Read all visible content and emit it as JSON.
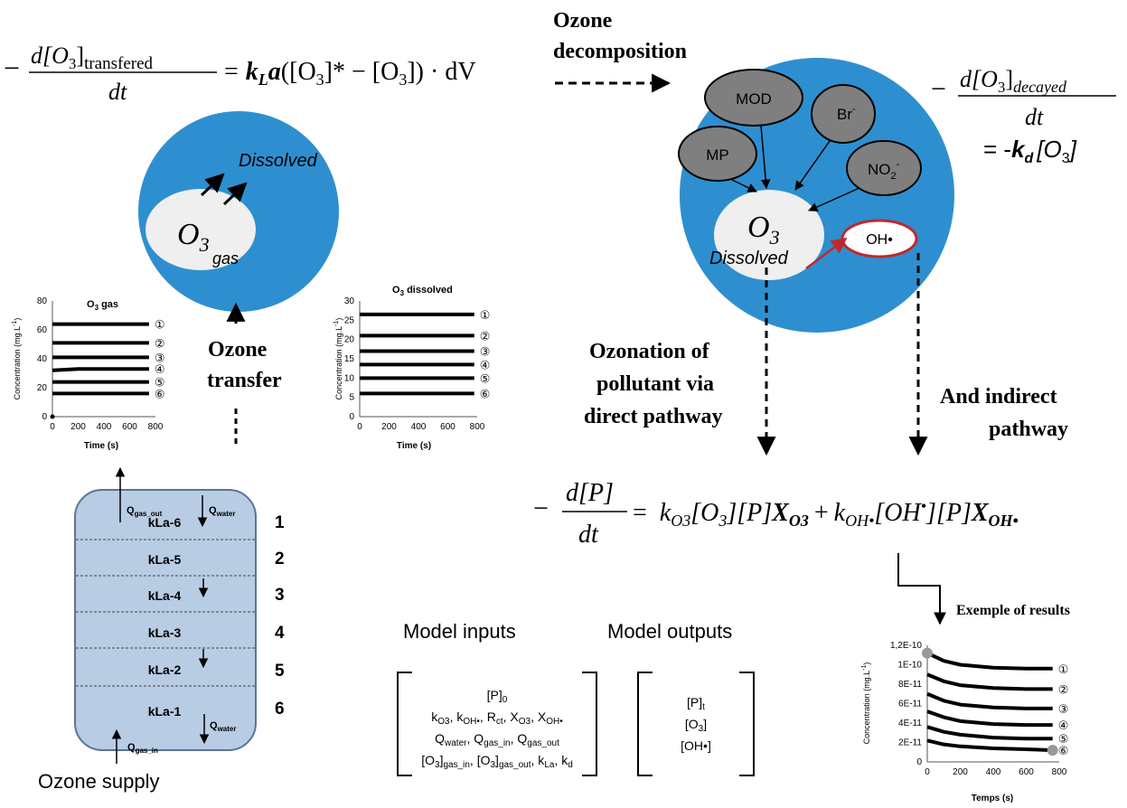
{
  "equations": {
    "transfer": {
      "minus": "−",
      "num_d": "d[O",
      "num_sub": "3",
      "num_close": "]",
      "num_index": "transfered",
      "den": "dt",
      "rhs_eq": "=",
      "rhs_k": "k",
      "rhs_k_sub": "L",
      "rhs_a": "a",
      "rhs_body": "([O",
      "rhs_sub1": "3",
      "rhs_body2": "]* − [O",
      "rhs_sub2": "3",
      "rhs_body3": "]) · dV"
    },
    "decay": {
      "minus": "−",
      "num_d": "d[O",
      "num_sub": "3",
      "num_close": "]",
      "num_index": "decayed",
      "den": "dt",
      "rhs_eq": "= -",
      "rhs_k": "k",
      "rhs_k_sub": "d",
      "rhs_body": "[O",
      "rhs_sub": "3",
      "rhs_close": "]"
    },
    "pollutant": {
      "minus": "−",
      "num": "d[P]",
      "den": "dt",
      "eq": "=",
      "k1": "k",
      "k1_sub": "O3",
      "term1": "[O",
      "term1_sub": "3",
      "term1_b": "][P]",
      "x1": "X",
      "x1_sub": "O3",
      "plus": "+",
      "k2": "k",
      "k2_sub": "OH•",
      "term2": "[OH",
      "term2_sup": "•",
      "term2_b": "][P]",
      "x2": "X",
      "x2_sub": "OH•"
    }
  },
  "labels": {
    "ozone_decomposition_1": "Ozone",
    "ozone_decomposition_2": "decomposition",
    "ozone_transfer_1": "Ozone",
    "ozone_transfer_2": "transfer",
    "ozonation_1": "Ozonation of",
    "ozonation_2": "pollutant via",
    "ozonation_3": "direct pathway",
    "indirect_1": "And indirect",
    "indirect_2": "pathway",
    "exemple": "Exemple of results",
    "ozone_supply": "Ozone supply",
    "model_inputs": "Model inputs",
    "model_outputs": "Model outputs"
  },
  "bubble_left": {
    "o3": "O",
    "o3_sub": "3",
    "gas": "gas",
    "dissolved": "Dissolved"
  },
  "bubble_right": {
    "o3": "O",
    "o3_sub": "3",
    "dissolved": "Dissolved",
    "mod": "MOD",
    "br": "Br",
    "br_sup": "-",
    "mp": "MP",
    "no2": "NO",
    "no2_sub": "2",
    "no2_sup": "-",
    "oh": "OH•"
  },
  "reactor": {
    "q_gas_out": "Q",
    "q_gas_out_sub": "gas_out",
    "q_water_top": "Q",
    "q_water_top_sub": "water",
    "q_gas_in": "Q",
    "q_gas_in_sub": "gas_in",
    "q_water_bottom": "Q",
    "q_water_bottom_sub": "water",
    "zones": [
      "kLa-6",
      "kLa-5",
      "kLa-4",
      "kLa-3",
      "kLa-2",
      "kLa-1"
    ],
    "numbers": [
      "1",
      "2",
      "3",
      "4",
      "5",
      "6"
    ]
  },
  "model_inputs": {
    "line1": "[P]",
    "line1_sub": "0",
    "line2": "k",
    "line2_s1": "O3",
    "line2_b": ", k",
    "line2_s2": "OH•",
    "line2_c": ", R",
    "line2_s3": "ct",
    "line2_d": ", X",
    "line2_s4": "O3",
    "line2_e": ", X",
    "line2_s5": "OH•",
    "line3": "Q",
    "line3_s1": "water",
    "line3_b": ", Q",
    "line3_s2": "gas_in",
    "line3_c": ", Q",
    "line3_s3": "gas_out",
    "line4": "[O",
    "line4_s1": "3",
    "line4_b": "]",
    "line4_s2": "gas_in",
    "line4_c": ", [O",
    "line4_s3": "3",
    "line4_d": "]",
    "line4_s4": "gas_out",
    "line4_e": ", k",
    "line4_s5": "La",
    "line4_f": ", k",
    "line4_s6": "d"
  },
  "model_outputs": {
    "line1": "[P]",
    "line1_sub": "t",
    "line2": "[O",
    "line2_sub": "3",
    "line2_b": "]",
    "line3": "[OH•]"
  },
  "chart_data": [
    {
      "type": "line",
      "title": "O",
      "title_sub": "3",
      "title_suffix": " gas",
      "xlabel": "Time (s)",
      "ylabel": "Concentration (mg.L",
      "ylabel_sup": "-1",
      "ylabel_end": ")",
      "xlim": [
        0,
        800
      ],
      "ylim": [
        0,
        80
      ],
      "xticks": [
        0,
        200,
        400,
        600,
        800
      ],
      "yticks": [
        0,
        20,
        40,
        60,
        80
      ],
      "series": [
        {
          "label": "①",
          "x": [
            0,
            750
          ],
          "y": [
            64,
            64
          ]
        },
        {
          "label": "②",
          "x": [
            0,
            750
          ],
          "y": [
            51,
            51
          ]
        },
        {
          "label": "③",
          "x": [
            0,
            750
          ],
          "y": [
            41,
            41
          ]
        },
        {
          "label": "④",
          "x": [
            0,
            200,
            750
          ],
          "y": [
            32,
            33,
            33
          ]
        },
        {
          "label": "⑤",
          "x": [
            0,
            750
          ],
          "y": [
            24,
            24
          ]
        },
        {
          "label": "⑥",
          "x": [
            0,
            750
          ],
          "y": [
            16,
            16
          ]
        }
      ],
      "points": [
        {
          "x": 0,
          "y": 0
        }
      ]
    },
    {
      "type": "line",
      "title": "O",
      "title_sub": "3",
      "title_suffix": " dissolved",
      "xlabel": "Time (s)",
      "ylabel": "Concentration (mg.L",
      "ylabel_sup": "-1",
      "ylabel_end": ")",
      "xlim": [
        0,
        800
      ],
      "ylim": [
        0,
        30
      ],
      "xticks": [
        0,
        200,
        400,
        600,
        800
      ],
      "yticks": [
        0,
        5,
        10,
        15,
        20,
        25,
        30
      ],
      "series": [
        {
          "label": "①",
          "x": [
            0,
            780
          ],
          "y": [
            26.5,
            26.5
          ]
        },
        {
          "label": "②",
          "x": [
            0,
            780
          ],
          "y": [
            21,
            21
          ]
        },
        {
          "label": "③",
          "x": [
            0,
            780
          ],
          "y": [
            17,
            17
          ]
        },
        {
          "label": "④",
          "x": [
            0,
            780
          ],
          "y": [
            13.5,
            13.5
          ]
        },
        {
          "label": "⑤",
          "x": [
            0,
            780
          ],
          "y": [
            10,
            10
          ]
        },
        {
          "label": "⑥",
          "x": [
            0,
            780
          ],
          "y": [
            6,
            6
          ]
        }
      ]
    },
    {
      "type": "line",
      "xlabel": "Temps (s)",
      "ylabel": "Concentration (mg.L",
      "ylabel_sup": "-1",
      "ylabel_end": ")",
      "xlim": [
        0,
        800
      ],
      "ylim": [
        0,
        1.2e-10
      ],
      "xticks": [
        0,
        200,
        400,
        600,
        800
      ],
      "xtick_labels": [
        "0",
        "200",
        "400",
        "600",
        "800"
      ],
      "yticks": [
        0,
        2e-11,
        4e-11,
        6e-11,
        8e-11,
        1e-10,
        1.2e-10
      ],
      "ytick_labels": [
        "0",
        "2E-11",
        "4E-11",
        "6E-11",
        "8E-11",
        "1E-10",
        "1,2E-10"
      ],
      "series": [
        {
          "label": "①",
          "x": [
            0,
            100,
            200,
            400,
            600,
            760
          ],
          "y": [
            1.12e-10,
            1.04e-10,
            1e-10,
            9.7e-11,
            9.6e-11,
            9.6e-11
          ]
        },
        {
          "label": "②",
          "x": [
            0,
            100,
            200,
            400,
            600,
            760
          ],
          "y": [
            9e-11,
            8.3e-11,
            7.9e-11,
            7.6e-11,
            7.5e-11,
            7.5e-11
          ]
        },
        {
          "label": "③",
          "x": [
            0,
            100,
            200,
            400,
            600,
            760
          ],
          "y": [
            7e-11,
            6.3e-11,
            5.9e-11,
            5.6e-11,
            5.5e-11,
            5.5e-11
          ]
        },
        {
          "label": "④",
          "x": [
            0,
            100,
            200,
            400,
            600,
            760
          ],
          "y": [
            5.2e-11,
            4.6e-11,
            4.2e-11,
            3.9e-11,
            3.8e-11,
            3.8e-11
          ]
        },
        {
          "label": "⑤",
          "x": [
            0,
            100,
            200,
            400,
            600,
            760
          ],
          "y": [
            3.6e-11,
            3.1e-11,
            2.8e-11,
            2.5e-11,
            2.4e-11,
            2.4e-11
          ]
        },
        {
          "label": "⑥",
          "x": [
            0,
            100,
            200,
            400,
            600,
            760
          ],
          "y": [
            2.2e-11,
            1.8e-11,
            1.6e-11,
            1.4e-11,
            1.3e-11,
            1.2e-11
          ]
        }
      ],
      "points": [
        {
          "x": 0,
          "y": 1.12e-10
        },
        {
          "x": 760,
          "y": 1.2e-11
        }
      ]
    }
  ],
  "colors": {
    "water_blue": "#2e8fd0",
    "bubble_gray": "#efefef",
    "species_gray": "#7f7f7f",
    "oh_red": "#c0282d",
    "reactor_fill": "#b8cce4",
    "reactor_stroke": "#5b7495"
  }
}
